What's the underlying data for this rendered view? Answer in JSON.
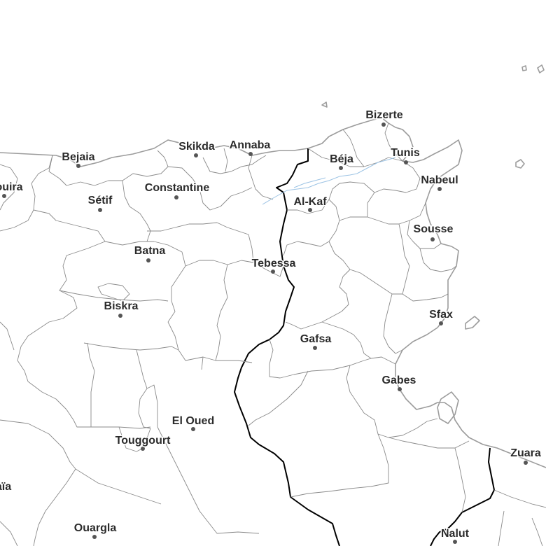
{
  "map": {
    "colors": {
      "background": "#ffffff",
      "land_border": "#000000",
      "admin_border": "#8a8a8a",
      "coast": "#9c9c9c",
      "river": "#9cc3e4",
      "label": "#2b2b2b",
      "city_dot": "#555555"
    },
    "cities": [
      {
        "id": "bizerte",
        "name": "Bizerte"
      },
      {
        "id": "tunis",
        "name": "Tunis"
      },
      {
        "id": "beja",
        "name": "Béja"
      },
      {
        "id": "nabeul",
        "name": "Nabeul"
      },
      {
        "id": "al-kaf",
        "name": "Al-Kaf"
      },
      {
        "id": "sousse",
        "name": "Sousse"
      },
      {
        "id": "sfax",
        "name": "Sfax"
      },
      {
        "id": "gafsa",
        "name": "Gafsa"
      },
      {
        "id": "gabes",
        "name": "Gabes"
      },
      {
        "id": "zuara",
        "name": "Zuara"
      },
      {
        "id": "nalut",
        "name": "Nalut"
      },
      {
        "id": "skikda",
        "name": "Skikda"
      },
      {
        "id": "annaba",
        "name": "Annaba"
      },
      {
        "id": "bejaia",
        "name": "Bejaia"
      },
      {
        "id": "bouira",
        "name": "ouira"
      },
      {
        "id": "setif",
        "name": "Sétif"
      },
      {
        "id": "constantine",
        "name": "Constantine"
      },
      {
        "id": "batna",
        "name": "Batna"
      },
      {
        "id": "tebessa",
        "name": "Tebessa"
      },
      {
        "id": "biskra",
        "name": "Biskra"
      },
      {
        "id": "el-oued",
        "name": "El Oued"
      },
      {
        "id": "touggourt",
        "name": "Touggourt"
      },
      {
        "id": "ouargla",
        "name": "Ouargla"
      },
      {
        "id": "ghardaia",
        "name": "aïa"
      }
    ]
  }
}
